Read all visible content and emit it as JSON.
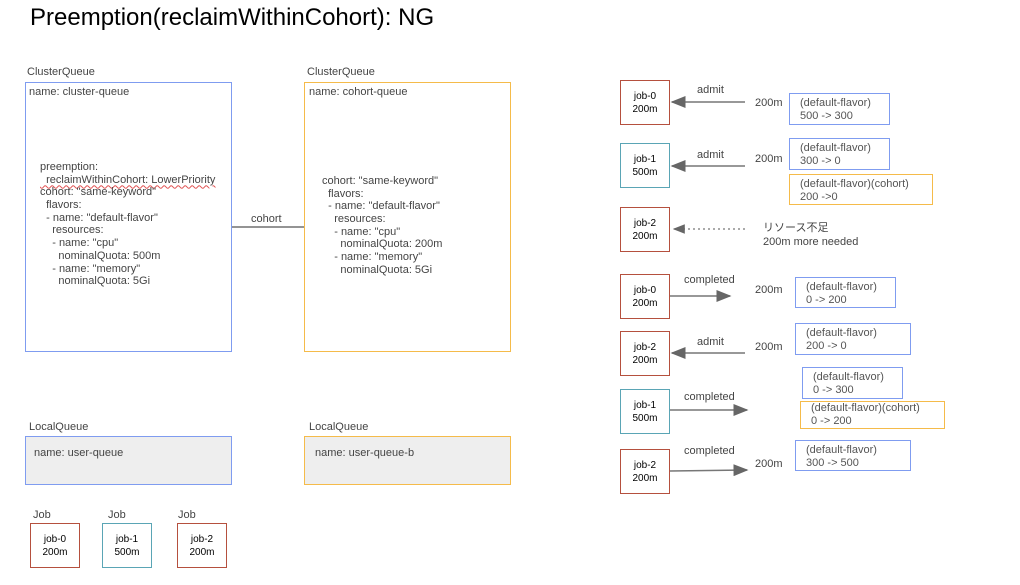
{
  "title": "Preemption(reclaimWithinCohort): NG",
  "cluster_queues": [
    {
      "label": "ClusterQueue",
      "name": "name: cluster-queue",
      "yaml": [
        "preemption:",
        "  reclaimWithinCohort: LowerPriority",
        "cohort: \"same-keyword\"",
        "  flavors:",
        "  - name: \"default-flavor\"",
        "    resources:",
        "    - name: \"cpu\"",
        "      nominalQuota: 500m",
        "    - name: \"memory\"",
        "      nominalQuota: 5Gi"
      ]
    },
    {
      "label": "ClusterQueue",
      "name": "name: cohort-queue",
      "yaml": [
        "cohort: \"same-keyword\"",
        "  flavors:",
        "  - name: \"default-flavor\"",
        "    resources:",
        "    - name: \"cpu\"",
        "      nominalQuota: 200m",
        "    - name: \"memory\"",
        "      nominalQuota: 5Gi"
      ]
    }
  ],
  "cohort_link": "cohort",
  "local_queues": [
    {
      "label": "LocalQueue",
      "name": "name: user-queue"
    },
    {
      "label": "LocalQueue",
      "name": "name: user-queue-b"
    }
  ],
  "jobs": [
    {
      "label": "Job",
      "name": "job-0",
      "cpu": "200m"
    },
    {
      "label": "Job",
      "name": "job-1",
      "cpu": "500m"
    },
    {
      "label": "Job",
      "name": "job-2",
      "cpu": "200m"
    }
  ],
  "timeline": [
    {
      "job": "job-0",
      "cpu": "200m",
      "action": "admit",
      "amount": "200m",
      "flavors": [
        {
          "title": "(default-flavor)",
          "change": "500 -> 300"
        }
      ]
    },
    {
      "job": "job-1",
      "cpu": "500m",
      "action": "admit",
      "amount": "200m",
      "flavors": [
        {
          "title": "(default-flavor)",
          "change": "300 -> 0"
        },
        {
          "title": "(default-flavor)(cohort)",
          "change": "200 ->0"
        }
      ]
    },
    {
      "job": "job-2",
      "cpu": "200m",
      "note1": "リソース不足",
      "note2": "200m more needed"
    },
    {
      "job": "job-0",
      "cpu": "200m",
      "action": "completed",
      "amount": "200m",
      "flavors": [
        {
          "title": "(default-flavor)",
          "change": "0 -> 200"
        }
      ]
    },
    {
      "job": "job-2",
      "cpu": "200m",
      "action": "admit",
      "amount": "200m",
      "flavors": [
        {
          "title": "(default-flavor)",
          "change": "200 -> 0"
        }
      ]
    },
    {
      "job": "job-1",
      "cpu": "500m",
      "action": "completed",
      "flavors": [
        {
          "title": "(default-flavor)",
          "change": "0 -> 300"
        },
        {
          "title": "(default-flavor)(cohort)",
          "change": "0 -> 200"
        }
      ]
    },
    {
      "job": "job-2",
      "cpu": "200m",
      "action": "completed",
      "amount": "200m",
      "flavors": [
        {
          "title": "(default-flavor)",
          "change": "300 -> 500"
        }
      ]
    }
  ]
}
